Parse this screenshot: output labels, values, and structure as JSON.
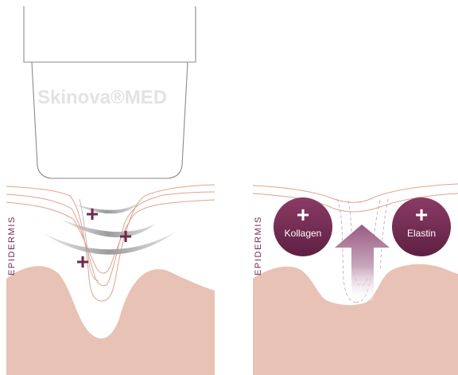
{
  "device": {
    "brand": "Skinova",
    "brand_mark": "®MED"
  },
  "left_panel": {
    "layer_label": "EPIDERMIS",
    "markers": [
      "+",
      "+",
      "+"
    ]
  },
  "right_panel": {
    "layer_label": "EPIDERMIS",
    "badges": [
      {
        "symbol": "+",
        "label": "Kollagen"
      },
      {
        "symbol": "+",
        "label": "Elastin"
      }
    ]
  },
  "colors": {
    "skin": "#e8c2b4",
    "plum": "#6e2a4f",
    "plum_light": "#9a5a7f",
    "line_peach": "#e2a28e",
    "device_outline": "#8a8a8a",
    "arc_grey": "#a9a9a9",
    "brand_grey": "#e3e3e3"
  }
}
